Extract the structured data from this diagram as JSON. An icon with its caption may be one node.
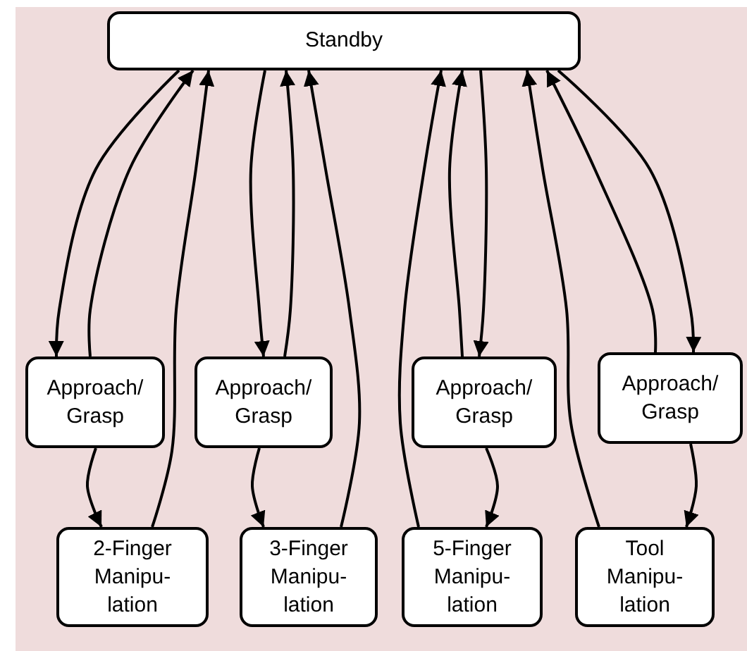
{
  "diagram": {
    "nodes": [
      {
        "text": [
          "Standby"
        ]
      },
      {
        "text": [
          "Approach/ Grasp"
        ]
      },
      {
        "text": [
          "Approach/ Grasp"
        ]
      },
      {
        "text": [
          "Approach/ Grasp"
        ]
      },
      {
        "text": [
          "Approach/ Grasp"
        ]
      },
      {
        "text": [
          "2-Finger Manipu- lation"
        ]
      },
      {
        "text": [
          "3-Finger Manipu- lation"
        ]
      },
      {
        "text": [
          "5-Finger Manipu- lation"
        ]
      },
      {
        "text": [
          "Tool Manipu- lation"
        ]
      }
    ],
    "edges": [
      {
        "from": 0,
        "to": 1,
        "arrow": "to"
      },
      {
        "from": 1,
        "to": 0,
        "arrow": "to"
      },
      {
        "from": 1,
        "to": 5,
        "arrow": "to"
      },
      {
        "from": 5,
        "to": 0,
        "arrow": "to"
      },
      {
        "from": 0,
        "to": 2,
        "arrow": "to"
      },
      {
        "from": 2,
        "to": 0,
        "arrow": "to"
      },
      {
        "from": 2,
        "to": 6,
        "arrow": "to"
      },
      {
        "from": 6,
        "to": 0,
        "arrow": "to"
      },
      {
        "from": 0,
        "to": 3,
        "arrow": "to"
      },
      {
        "from": 3,
        "to": 0,
        "arrow": "to"
      },
      {
        "from": 3,
        "to": 7,
        "arrow": "to"
      },
      {
        "from": 7,
        "to": 0,
        "arrow": "to"
      },
      {
        "from": 0,
        "to": 4,
        "arrow": "to"
      },
      {
        "from": 4,
        "to": 0,
        "arrow": "to"
      },
      {
        "from": 4,
        "to": 8,
        "arrow": "to"
      },
      {
        "from": 8,
        "to": 0,
        "arrow": "to"
      }
    ]
  }
}
